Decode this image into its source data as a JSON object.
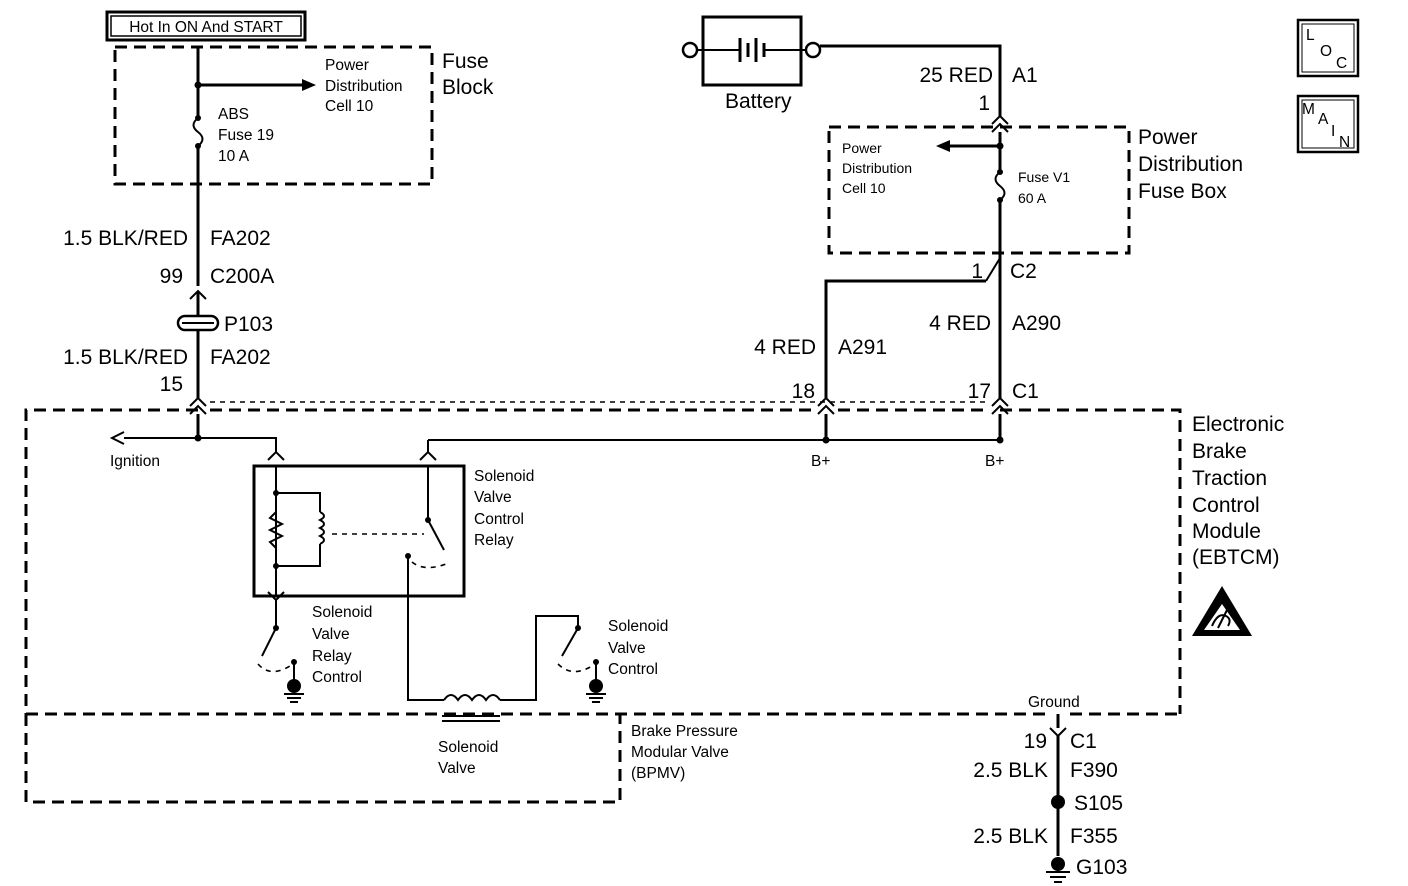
{
  "labels": {
    "hot_note": "Hot In ON And START",
    "fuse_block_1": "Fuse",
    "fuse_block_2": "Block",
    "pd_cell_left_1": "Power",
    "pd_cell_left_2": "Distribution",
    "pd_cell_left_3": "Cell 10",
    "abs_fuse_1": "ABS",
    "abs_fuse_2": "Fuse 19",
    "abs_fuse_3": "10 A",
    "battery": "Battery",
    "wire_25red": "25 RED",
    "pin_a1": "A1",
    "pin_1_top": "1",
    "pdfb_1": "Power",
    "pdfb_2": "Distribution",
    "pdfb_3": "Fuse Box",
    "pd_cell_right_1": "Power",
    "pd_cell_right_2": "Distribution",
    "pd_cell_right_3": "Cell 10",
    "fuse_v1_1": "Fuse V1",
    "fuse_v1_2": "60 A",
    "pin_1_c2": "1",
    "conn_c2": "C2",
    "wire_fa202_top_gauge": "1.5 BLK/RED",
    "wire_fa202_top_circuit": "FA202",
    "pin_99": "99",
    "conn_c200a": "C200A",
    "conn_p103": "P103",
    "wire_fa202_bot_gauge": "1.5 BLK/RED",
    "wire_fa202_bot_circuit": "FA202",
    "pin_15": "15",
    "wire_a291_gauge": "4 RED",
    "wire_a291_circuit": "A291",
    "wire_a290_gauge": "4 RED",
    "wire_a290_circuit": "A290",
    "pin_18": "18",
    "pin_17": "17",
    "conn_c1_top": "C1",
    "ignition": "Ignition",
    "b_plus_1": "B+",
    "b_plus_2": "B+",
    "ebtcm_1": "Electronic",
    "ebtcm_2": "Brake",
    "ebtcm_3": "Traction",
    "ebtcm_4": "Control",
    "ebtcm_5": "Module",
    "ebtcm_6": "(EBTCM)",
    "svc_relay_1": "Solenoid",
    "svc_relay_2": "Valve",
    "svc_relay_3": "Control",
    "svc_relay_4": "Relay",
    "svr_control_1": "Solenoid",
    "svr_control_2": "Valve",
    "svr_control_3": "Relay",
    "svr_control_4": "Control",
    "sv_control_1": "Solenoid",
    "sv_control_2": "Valve",
    "sv_control_3": "Control",
    "ground": "Ground",
    "solenoid_valve_1": "Solenoid",
    "solenoid_valve_2": "Valve",
    "bpmv_1": "Brake Pressure",
    "bpmv_2": "Modular Valve",
    "bpmv_3": "(BPMV)",
    "pin_19": "19",
    "conn_c1_bot": "C1",
    "wire_f390_gauge": "2.5 BLK",
    "wire_f390_circuit": "F390",
    "splice_s105": "S105",
    "wire_f355_gauge": "2.5 BLK",
    "wire_f355_circuit": "F355",
    "ground_g103": "G103",
    "loc_icon_l": "L",
    "loc_icon_o": "O",
    "loc_icon_c": "C",
    "main_icon_m": "M",
    "main_icon_a": "A",
    "main_icon_i": "I",
    "main_icon_n": "N"
  },
  "icons": {
    "esd_warning": "esd-warning-icon",
    "location": "loc-icon",
    "main": "main-icon"
  }
}
